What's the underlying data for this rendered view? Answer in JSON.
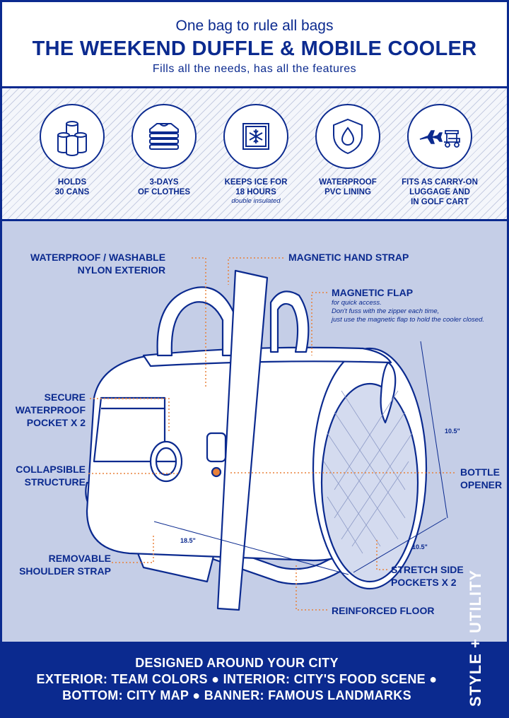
{
  "header": {
    "tagline": "One bag to rule all bags",
    "title": "THE WEEKEND DUFFLE & MOBILE COOLER",
    "subtitle": "Fills all the needs, has all the features"
  },
  "features": [
    {
      "icon": "cans-icon",
      "label": "HOLDS\n30 CANS",
      "note": ""
    },
    {
      "icon": "folded-clothes-icon",
      "label": "3-DAYS\nOF CLOTHES",
      "note": ""
    },
    {
      "icon": "snowflake-icon",
      "label": "KEEPS ICE FOR\n18 HOURS",
      "note": "double insulated"
    },
    {
      "icon": "water-drop-shield-icon",
      "label": "WATERPROOF\nPVC LINING",
      "note": ""
    },
    {
      "icon": "airplane-golf-cart-icon",
      "label": "FITS AS CARRY-ON\nLUGGAGE AND\nIN GOLF CART",
      "note": ""
    }
  ],
  "callouts": {
    "exterior": "WATERPROOF / WASHABLE\nNYLON EXTERIOR",
    "hand_strap": "MAGNETIC HAND STRAP",
    "flap": "MAGNETIC FLAP",
    "flap_note": "for quick access.\nDon't fuss with the zipper each time,\njust use the magnetic flap to hold the cooler closed.",
    "pocket": "SECURE\nWATERPROOF\nPOCKET X 2",
    "collapsible": "COLLAPSIBLE\nSTRUCTURE",
    "opener": "BOTTLE\nOPENER",
    "strap": "REMOVABLE\nSHOULDER STRAP",
    "side_pockets": "STRETCH SIDE\nPOCKETS X 2",
    "floor": "REINFORCED FLOOR"
  },
  "dimensions": {
    "height": "10.5\"",
    "depth": "10.5\"",
    "length": "18.5\""
  },
  "footer": {
    "line1": "DESIGNED AROUND YOUR CITY",
    "line2": "EXTERIOR: TEAM COLORS  ●  INTERIOR: CITY'S FOOD SCENE ●",
    "line3": "BOTTOM: CITY MAP  ●  BANNER: FAMOUS LANDMARKS",
    "side": "STYLE + UTILITY"
  },
  "colors": {
    "navy": "#0b2a8f",
    "panel": "#c5cee7",
    "accent_orange": "#e8813a"
  }
}
